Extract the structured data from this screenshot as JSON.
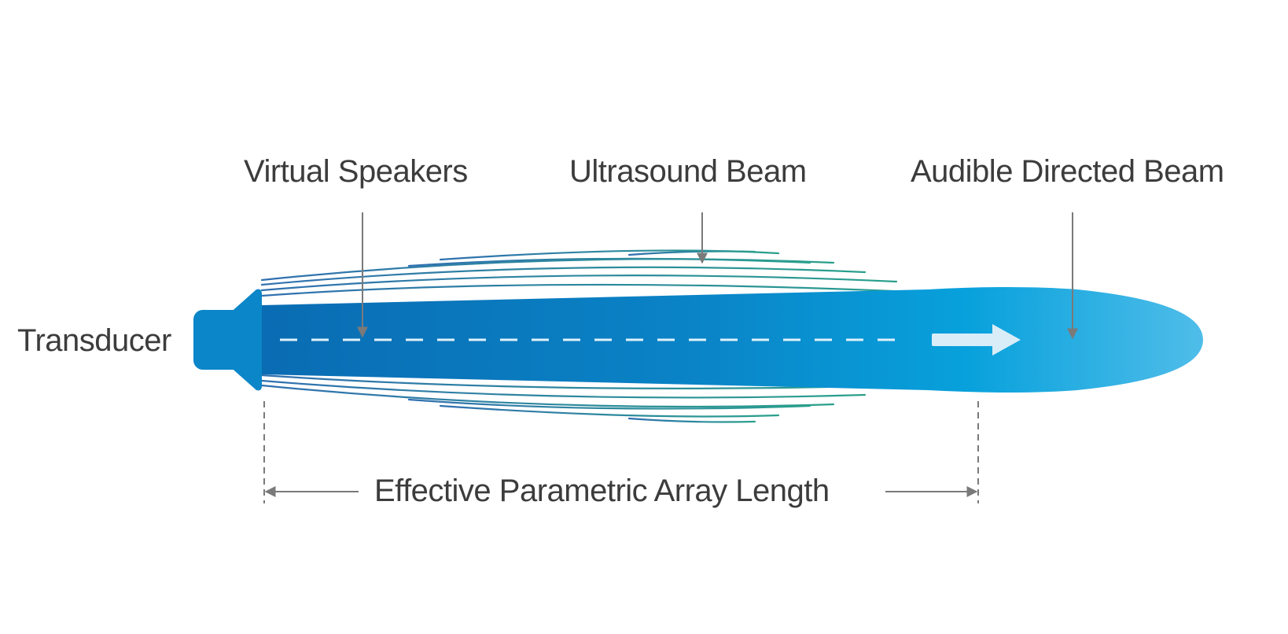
{
  "labels": {
    "virtual_speakers": "Virtual Speakers",
    "ultrasound_beam": "Ultrasound Beam",
    "audible_directed_beam": "Audible Directed Beam",
    "transducer": "Transducer",
    "array_length": "Effective Parametric Array Length"
  },
  "colors": {
    "beam_dark": "#0a6fb6",
    "beam_mid": "#0c86c8",
    "beam_light": "#4fbde9",
    "ray_blue": "#2f6aa8",
    "ray_teal": "#2e9e8e",
    "arrow_gray": "#7a7a7a",
    "text": "#3c3c3c"
  }
}
